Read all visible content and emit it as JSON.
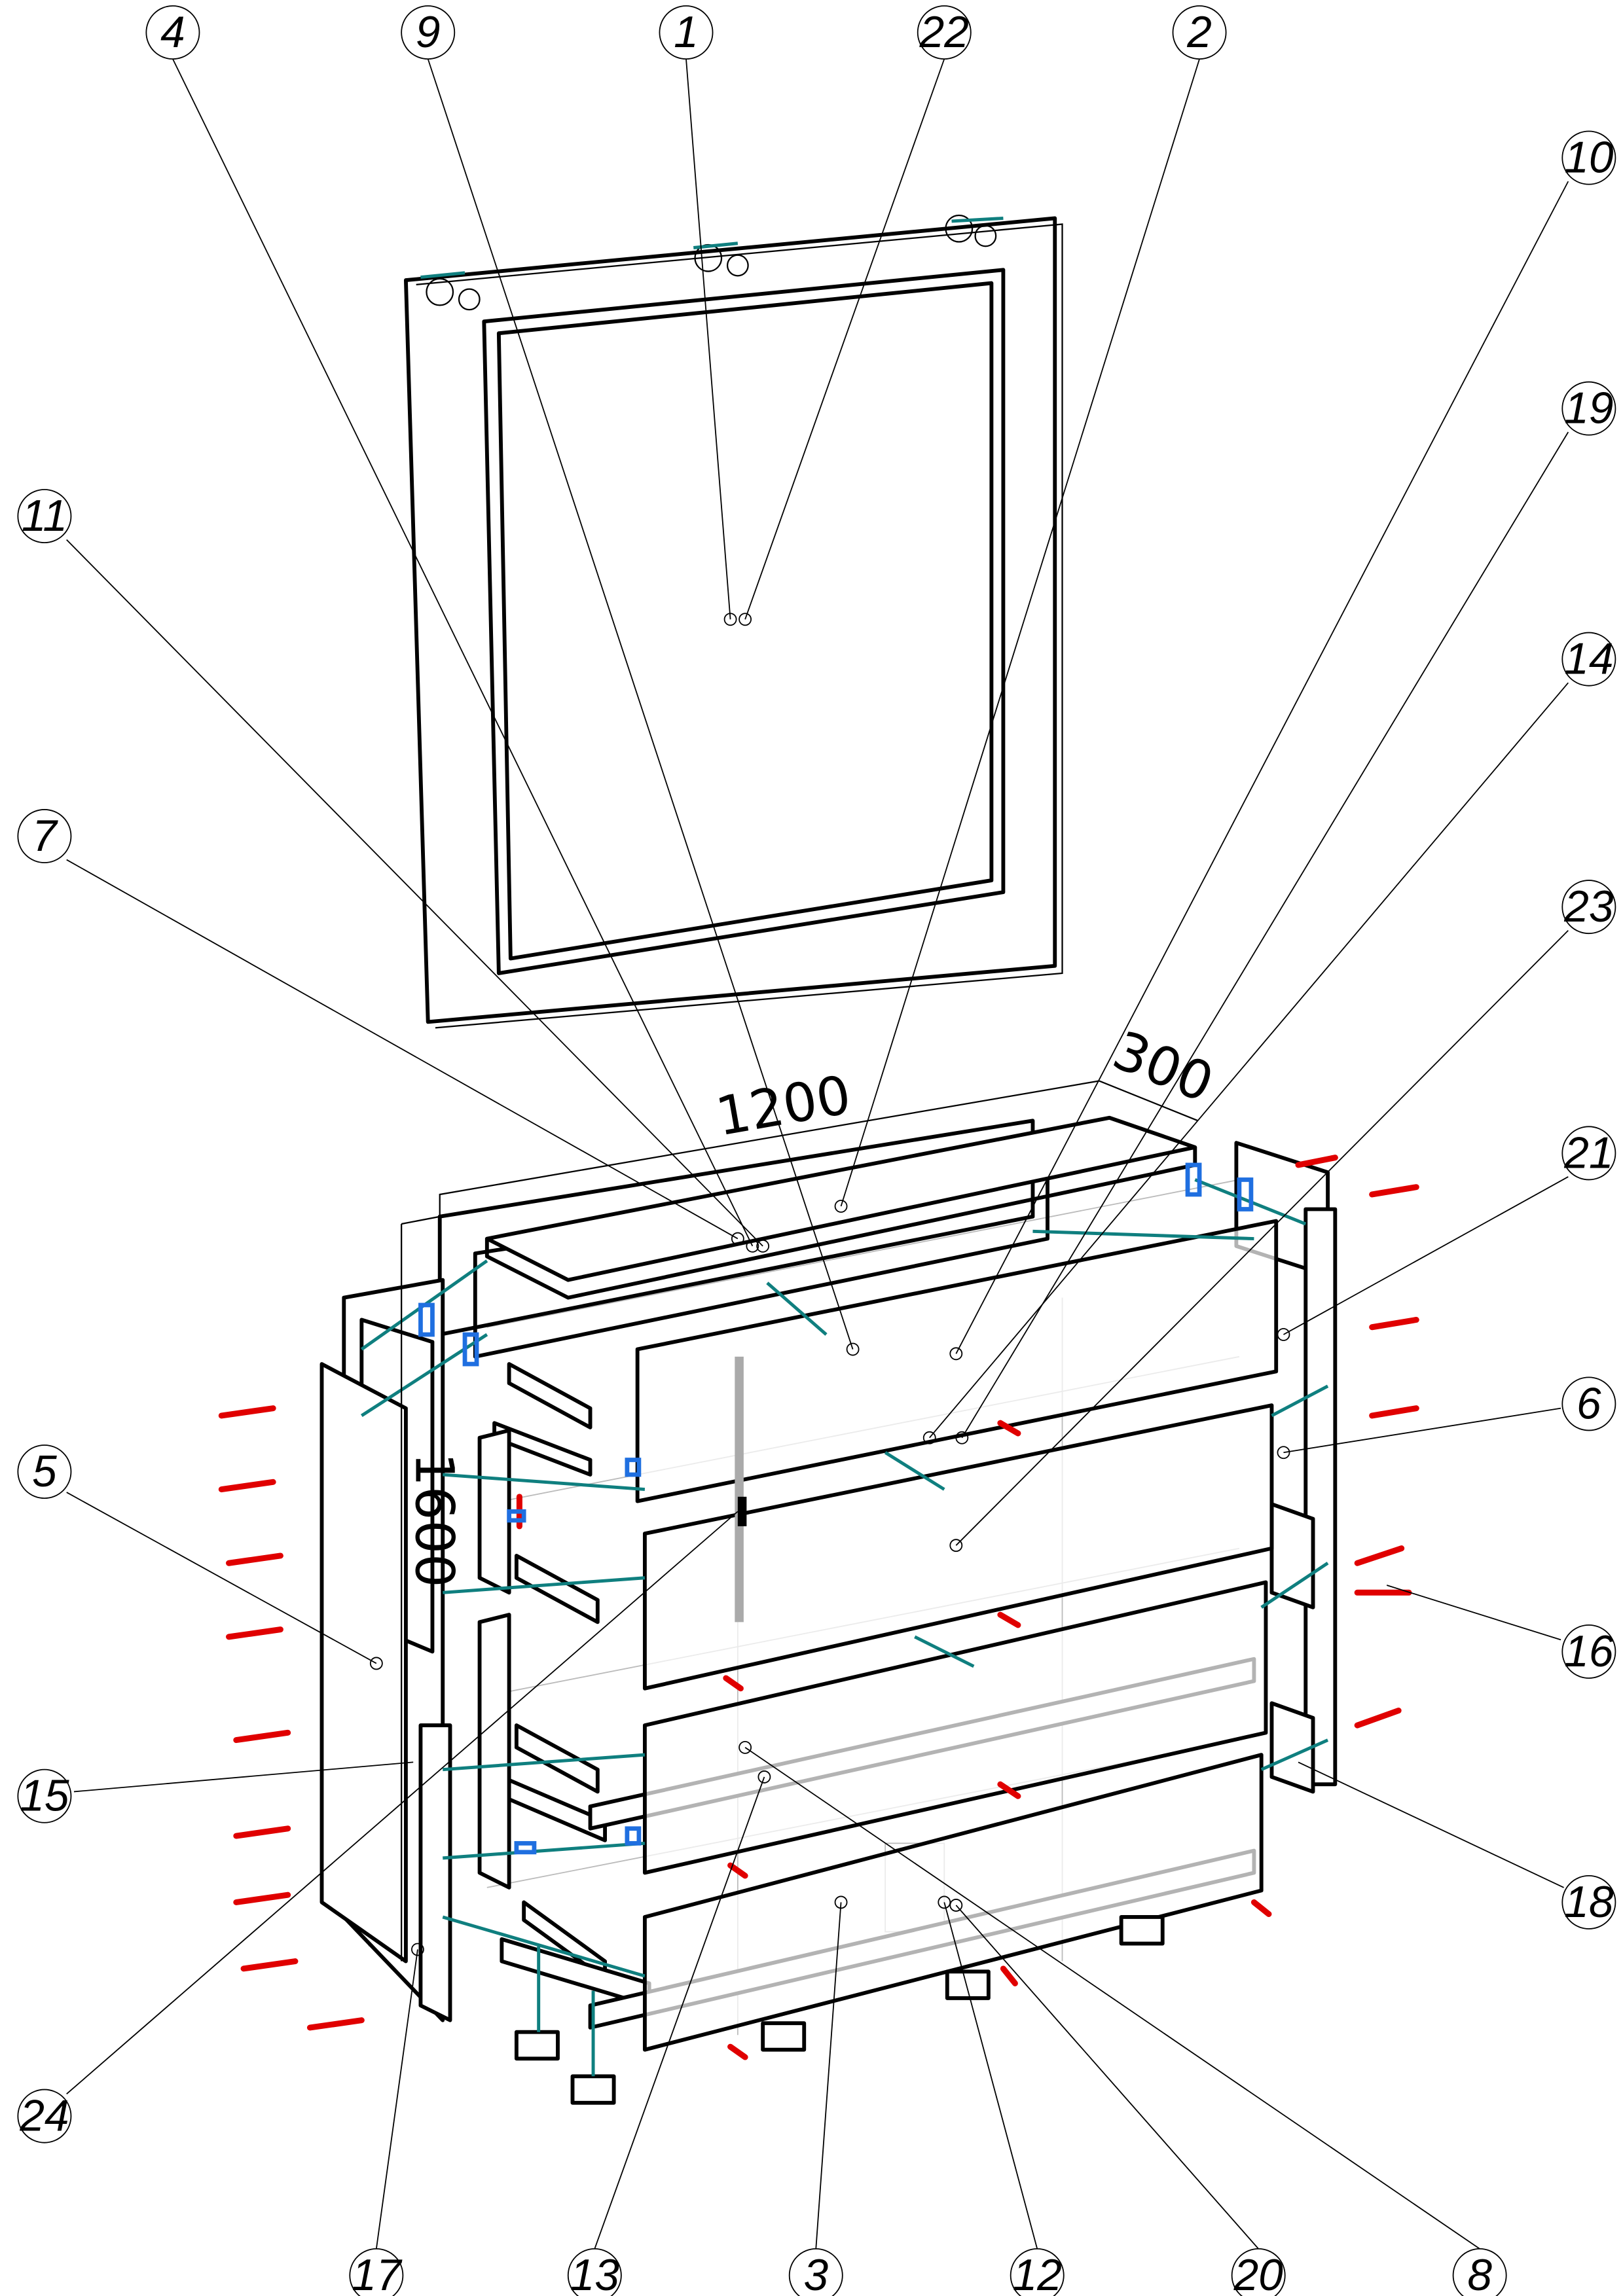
{
  "diagram": {
    "type": "exploded-assembly",
    "colors": {
      "line": "#000000",
      "connector": "#0f7f7f",
      "screw": "#e00000",
      "bracket": "#1f6fe0",
      "hidden": "#bbbbbb"
    },
    "dimensions": {
      "width": "1200",
      "depth": "300",
      "height": "1600"
    },
    "callouts": [
      "4",
      "9",
      "1",
      "22",
      "2",
      "10",
      "19",
      "11",
      "14",
      "7",
      "23",
      "21",
      "6",
      "5",
      "16",
      "15",
      "18",
      "24",
      "17",
      "13",
      "3",
      "12",
      "20",
      "8"
    ]
  }
}
